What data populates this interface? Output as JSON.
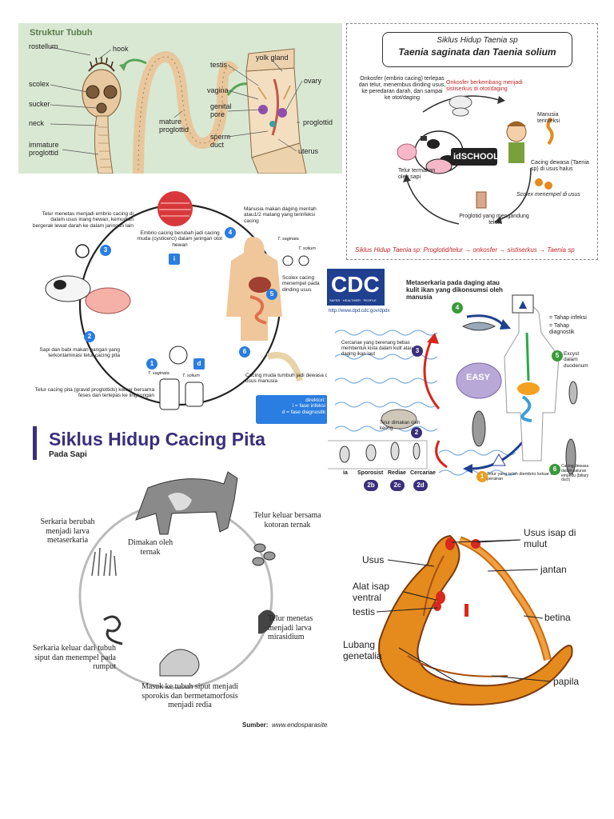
{
  "colors": {
    "panel1_bg": "#d9e8d2",
    "panel1_header": "#7c9a6c",
    "panel6_bg": "#ffffff",
    "cdc_blue": "#1f3f8f",
    "title_purple": "#3a2f7a",
    "fluke_orange": "#e58a1c",
    "fluke_red": "#d9281c",
    "water_blue": "#9ec5ea",
    "cycle_blue": "#2a7de1"
  },
  "panel1": {
    "header": "Struktur Tubuh",
    "labels": {
      "rostellum": "rostellum",
      "hook": "hook",
      "scolex": "scolex",
      "sucker": "sucker",
      "neck": "neck",
      "immature_proglottid": "immature\nproglottid",
      "mature_proglottid": "mature\nproglottid",
      "yolk_gland": "yolk gland",
      "testis": "testis",
      "vagina": "vagina",
      "genital_pore": "genital\npore",
      "ovary": "ovary",
      "proglottid": "proglottid",
      "sperm_duct": "sperm\nduct",
      "uterus": "uterus"
    }
  },
  "panel2": {
    "title": "Siklus Hidup Taenia sp",
    "subtitle": "Taenia saginata dan Taenia solium",
    "onkosfer_text": "Onkosfer (embrio cacing) terlepas dari telur, menembus dinding usus, ke peredaran darah, dan sampai ke otot/daging",
    "sistiserkus_text": "Onkosfer berkembang menjadi sistiserkus di otot/daging",
    "manusia_text": "Manusia terinfeksi",
    "cacing_dewasa_text": "Cacing dewasa (Taenia sp) di usus halus",
    "scolex_text": "Scolex menempel di usus",
    "proglotid_text": "Proglotid yang mengandung telur",
    "telur_text": "Telur termakan oleh sapi",
    "logo": "idSCHOOL",
    "footer": "Siklus Hidup Taenia sp: Proglotid/telur → onkosfer → sistiserkus → Taenia sp"
  },
  "panel3": {
    "step1": "Telur cacing pita (gravid proglottids) keluar bersama feses dan terlepas ke lingkungan",
    "step2": "Sapi dan babi makan pangan yang terkontaminasi telur cacing pita",
    "step3": "Telur menetas menjadi embrio cacing di dalam usus inang hewan, kemudian bergerak lewat darah ke dalam jaringan lain",
    "step3b": "Embrio cacing berubah jadi cacing muda (cysticerci) dalam jaringan otot hewan",
    "step4": "Manusia makan daging mentah atau1/2 matang yang terinfeksi cacing",
    "step5": "Scolex cacing menempel pada dinding usus",
    "step6": "Cacing muda tumbuh jadi dewasa di usus manusia",
    "t_saginata": "T. saginata",
    "t_solium": "T. solium",
    "t_saginata2": "T. saginata",
    "t_solium2": "T. solium",
    "legend": "direktori:\ni = fase infeksi\nd = fase diagnostik",
    "n1": "1",
    "n2": "2",
    "n3": "3",
    "n4": "4",
    "n5": "5",
    "n6": "6",
    "d": "d",
    "i": "i"
  },
  "panel4": {
    "cdc_logo": "CDC",
    "cdc_tagline": "SAFER · HEALTHIER · PEOPLE",
    "url": "http://www.dpd.cdc.gov/dpdx",
    "metaserkaria": "Metaserkaria pada daging atau kulit ikan yang dikonsumsi oleh manusia",
    "tahap_infeksi": "= Tahap infeksi",
    "tahap_diagnostik": "= Tahap diagnostik",
    "serkaria": "Cercariae yang berenang bebas membentuk kista dalam kulit atau daging ikan laut",
    "excyst": "Excyst dalam duodenum",
    "cacing_dewasa": "Cacing dewasa dalam saluran empedu (biliary duct)",
    "telur_dimakan": "Telur dimakan oleh keong",
    "telur_keluar": "Telur yang telah diembrio keluar ke perairan",
    "sporosist": "Sporosist",
    "rediae": "Rediae",
    "cercariae": "Cercariae",
    "ia": "ia",
    "n1": "1",
    "n2": "2",
    "n3": "3",
    "n4": "4",
    "n5": "5",
    "n6": "6",
    "b2b": "2b",
    "b2c": "2c",
    "b2d": "2d",
    "easy": "EASY"
  },
  "panel5": {
    "title": "Siklus Hidup Cacing Pita",
    "subtitle": "Pada Sapi",
    "dimakan": "Dimakan oleh ternak",
    "serkaria_larva": "Serkaria berubah menjadi larva metaserkaria",
    "telur_keluar": "Telur keluar bersama kotoran ternak",
    "telur_menetas": "Telur menetas menjadi larva mirasidium",
    "serkaria_keluar": "Serkaria keluar dari tubuh siput dan menempel pada rumput",
    "masuk_siput": "Masuk ke tubuh siput menjadi sporokis dan bermetamorfosis menjadi redia",
    "sumber_label": "Sumber:",
    "sumber_url": "www.endosparasite.net"
  },
  "panel6": {
    "usus_isap_mulut": "Usus isap di mulut",
    "usus": "Usus",
    "jantan": "jantan",
    "alat_isap": "Alat isap ventral",
    "testis": "testis",
    "betina": "betina",
    "lubang": "Lubang genetalia",
    "papila": "papila"
  }
}
